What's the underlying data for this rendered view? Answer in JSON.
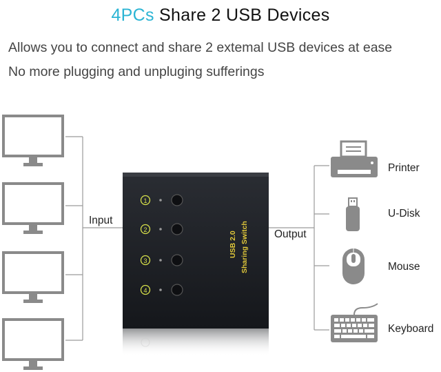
{
  "header": {
    "title_accent": "4PCs",
    "title_rest": " Share 2 USB Devices",
    "line1": "Allows you to connect and share 2 extemal USB devices at ease",
    "line2": "No more plugging and unpluging sufferings"
  },
  "diagram": {
    "input_label": "Input",
    "output_label": "Output",
    "switch": {
      "line1": "USB 2.0",
      "line2": "Sharing Switch",
      "ports": [
        "1",
        "2",
        "3",
        "4"
      ]
    },
    "devices": [
      {
        "label": "Printer",
        "icon": "printer-icon"
      },
      {
        "label": "U-Disk",
        "icon": "usb-drive-icon"
      },
      {
        "label": "Mouse",
        "icon": "mouse-icon"
      },
      {
        "label": "Keyboard",
        "icon": "keyboard-icon"
      }
    ],
    "computers": [
      "monitor-icon",
      "monitor-icon",
      "monitor-icon",
      "monitor-icon"
    ]
  },
  "colors": {
    "accent": "#2bb4d4",
    "device_gray": "#8a8a8a",
    "switch_body": "#1c1e22",
    "switch_label": "#e2c93a",
    "port_ring": "#d8e24a"
  }
}
